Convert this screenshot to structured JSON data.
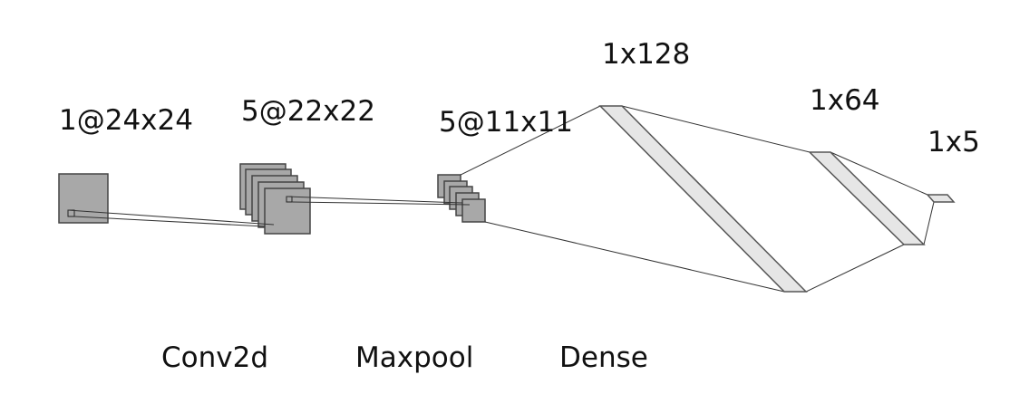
{
  "diagram": {
    "layers": [
      {
        "id": "input",
        "label": "1@24x24"
      },
      {
        "id": "conv",
        "label": "5@22x22"
      },
      {
        "id": "pool",
        "label": "5@11x11"
      },
      {
        "id": "dense128",
        "label": "1x128"
      },
      {
        "id": "dense64",
        "label": "1x64"
      },
      {
        "id": "output",
        "label": "1x5"
      }
    ],
    "operations": [
      {
        "id": "conv2d",
        "label": "Conv2d"
      },
      {
        "id": "maxpool",
        "label": "Maxpool"
      },
      {
        "id": "dense",
        "label": "Dense"
      }
    ]
  },
  "colors": {
    "feature_map_fill": "#a8a8a8",
    "feature_map_stroke": "#444444",
    "dense_fill": "#e6e6e6",
    "dense_stroke": "#555555",
    "connection_line": "#333333"
  }
}
